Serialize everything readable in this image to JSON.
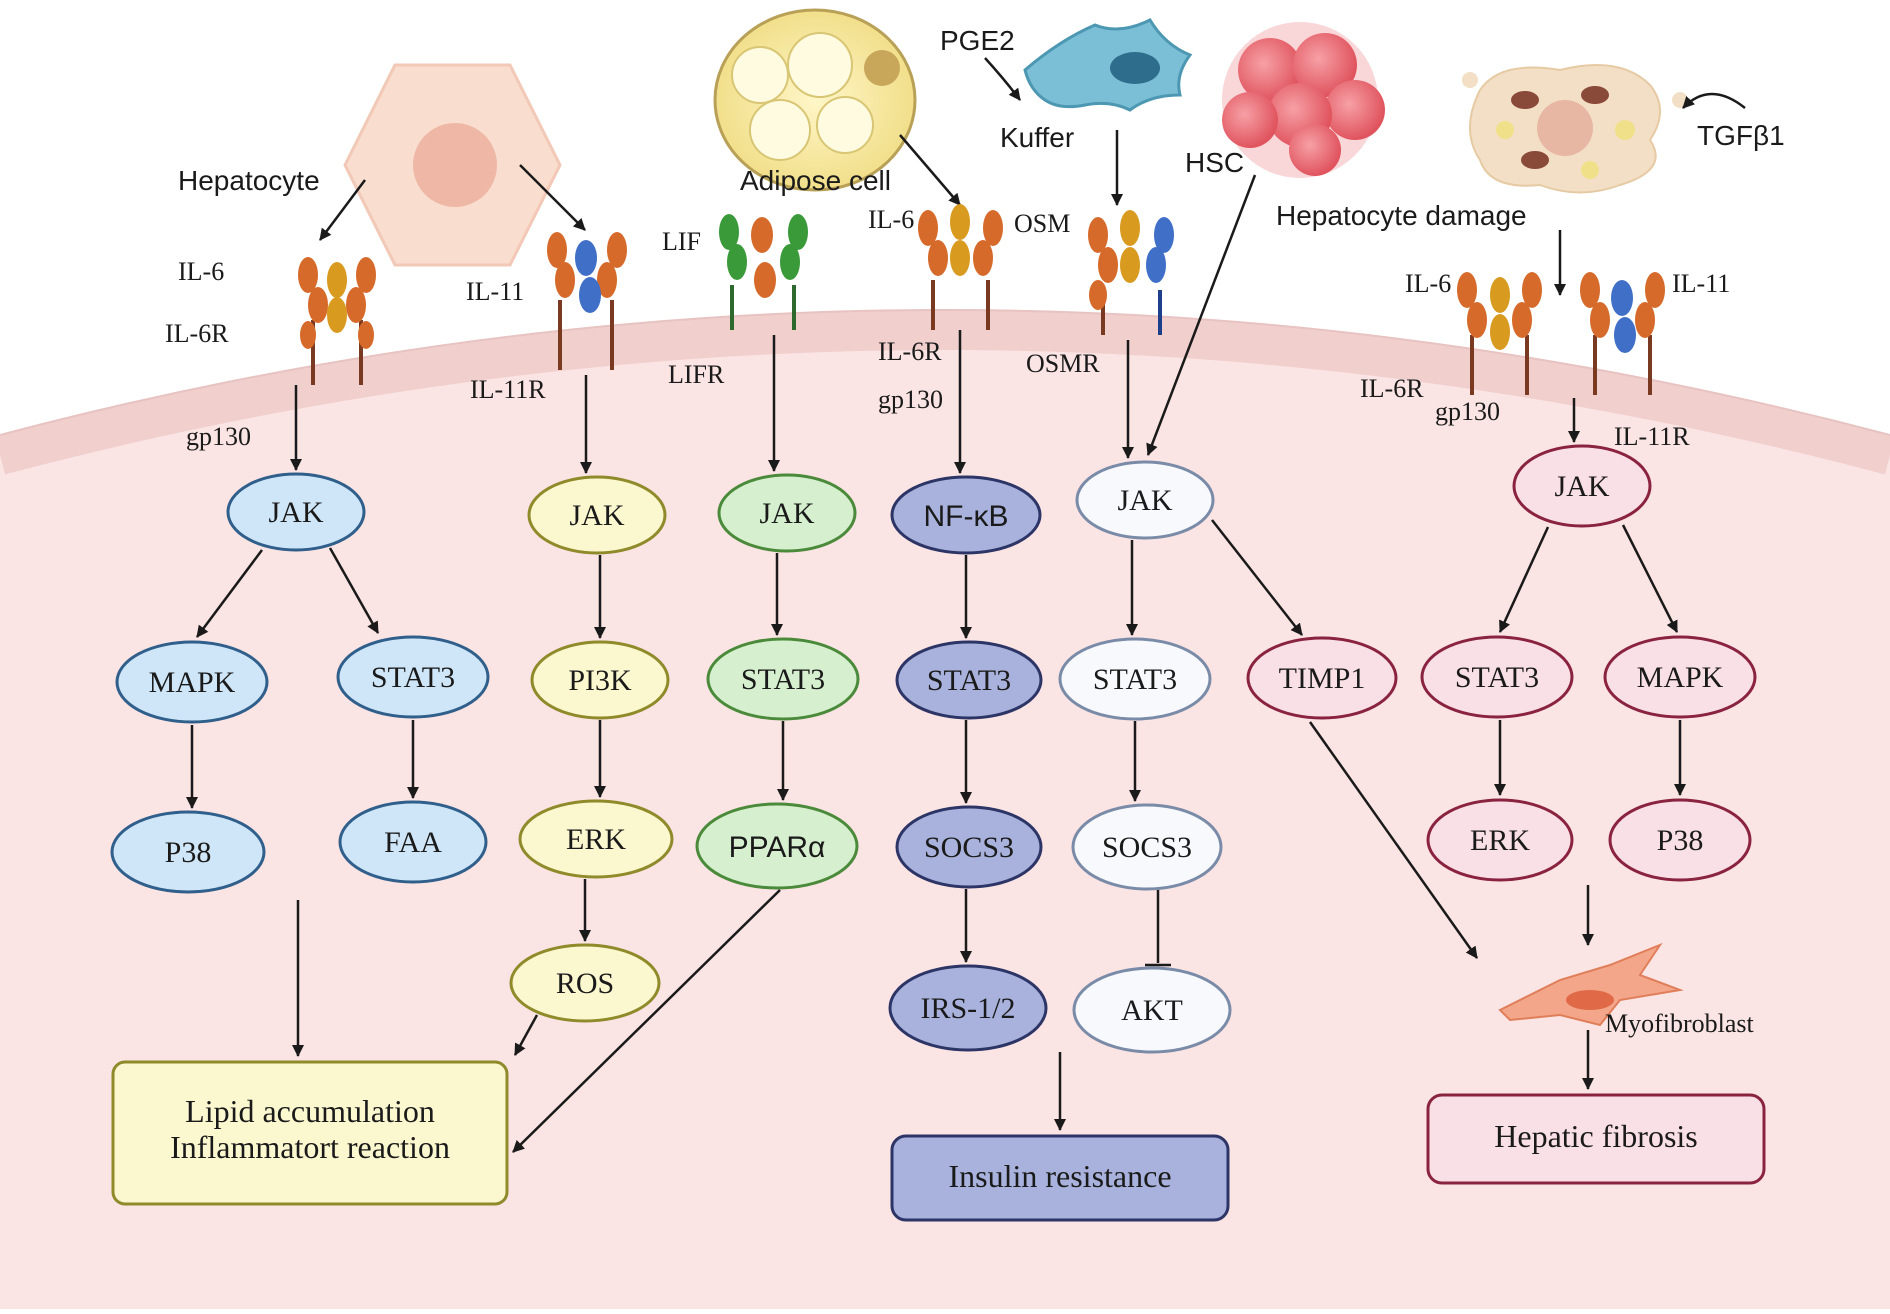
{
  "colors": {
    "cell_bg": "#fbe4e4",
    "membrane": "#f3d6d4",
    "blue": "#cfe6f8",
    "blue_stroke": "#2f5f8a",
    "yellow": "#fbf7cf",
    "yellow_stroke": "#8f8a2a",
    "green": "#d6f0cf",
    "green_stroke": "#4a8a3a",
    "navy": "#a8b2dc",
    "navy_stroke": "#2c3566",
    "white": "#f7f9fd",
    "white_stroke": "#7a8ba8",
    "pink": "#f9dfe6",
    "pink_stroke": "#8a2340"
  },
  "cells": {
    "hepatocyte": "Hepatocyte",
    "adipose": "Adipose cell",
    "pge2": "PGE2",
    "kuffer": "Kuffer",
    "hsc": "HSC",
    "hep_damage": "Hepatocyte damage",
    "tgfb1": "TGFβ1",
    "myofibroblast": "Myofibroblast"
  },
  "receptors": {
    "il6_a": "IL-6",
    "il6r_a": "IL-6R",
    "gp130_a": "gp130",
    "il11_a": "IL-11",
    "il11r_a": "IL-11R",
    "lif": "LIF",
    "lifr": "LIFR",
    "il6_b": "IL-6",
    "il6r_b": "IL-6R",
    "gp130_b": "gp130",
    "osm": "OSM",
    "osmr": "OSMR",
    "il6_c": "IL-6",
    "il6r_c": "IL-6R",
    "gp130_c": "gp130",
    "il11_c": "IL-11",
    "il11r_c": "IL-11R"
  },
  "col1": {
    "jak": "JAK",
    "mapk": "MAPK",
    "stat3": "STAT3",
    "p38": "P38",
    "faa": "FAA"
  },
  "col2": {
    "jak": "JAK",
    "pi3k": "PI3K",
    "erk": "ERK",
    "ros": "ROS"
  },
  "col3": {
    "jak": "JAK",
    "stat3": "STAT3",
    "ppara": "PPARα"
  },
  "col4": {
    "nfkb": "NF-κB",
    "stat3": "STAT3",
    "socs3": "SOCS3",
    "irs": "IRS-1/2"
  },
  "col5": {
    "jak": "JAK",
    "stat3": "STAT3",
    "socs3": "SOCS3",
    "akt": "AKT",
    "timp1": "TIMP1"
  },
  "col6": {
    "jak": "JAK",
    "stat3": "STAT3",
    "mapk": "MAPK",
    "erk": "ERK",
    "p38": "P38"
  },
  "outcomes": {
    "lipid_line1": "Lipid accumulation",
    "lipid_line2": "Inflammatort reaction",
    "insulin": "Insulin resistance",
    "fibrosis": "Hepatic fibrosis"
  }
}
